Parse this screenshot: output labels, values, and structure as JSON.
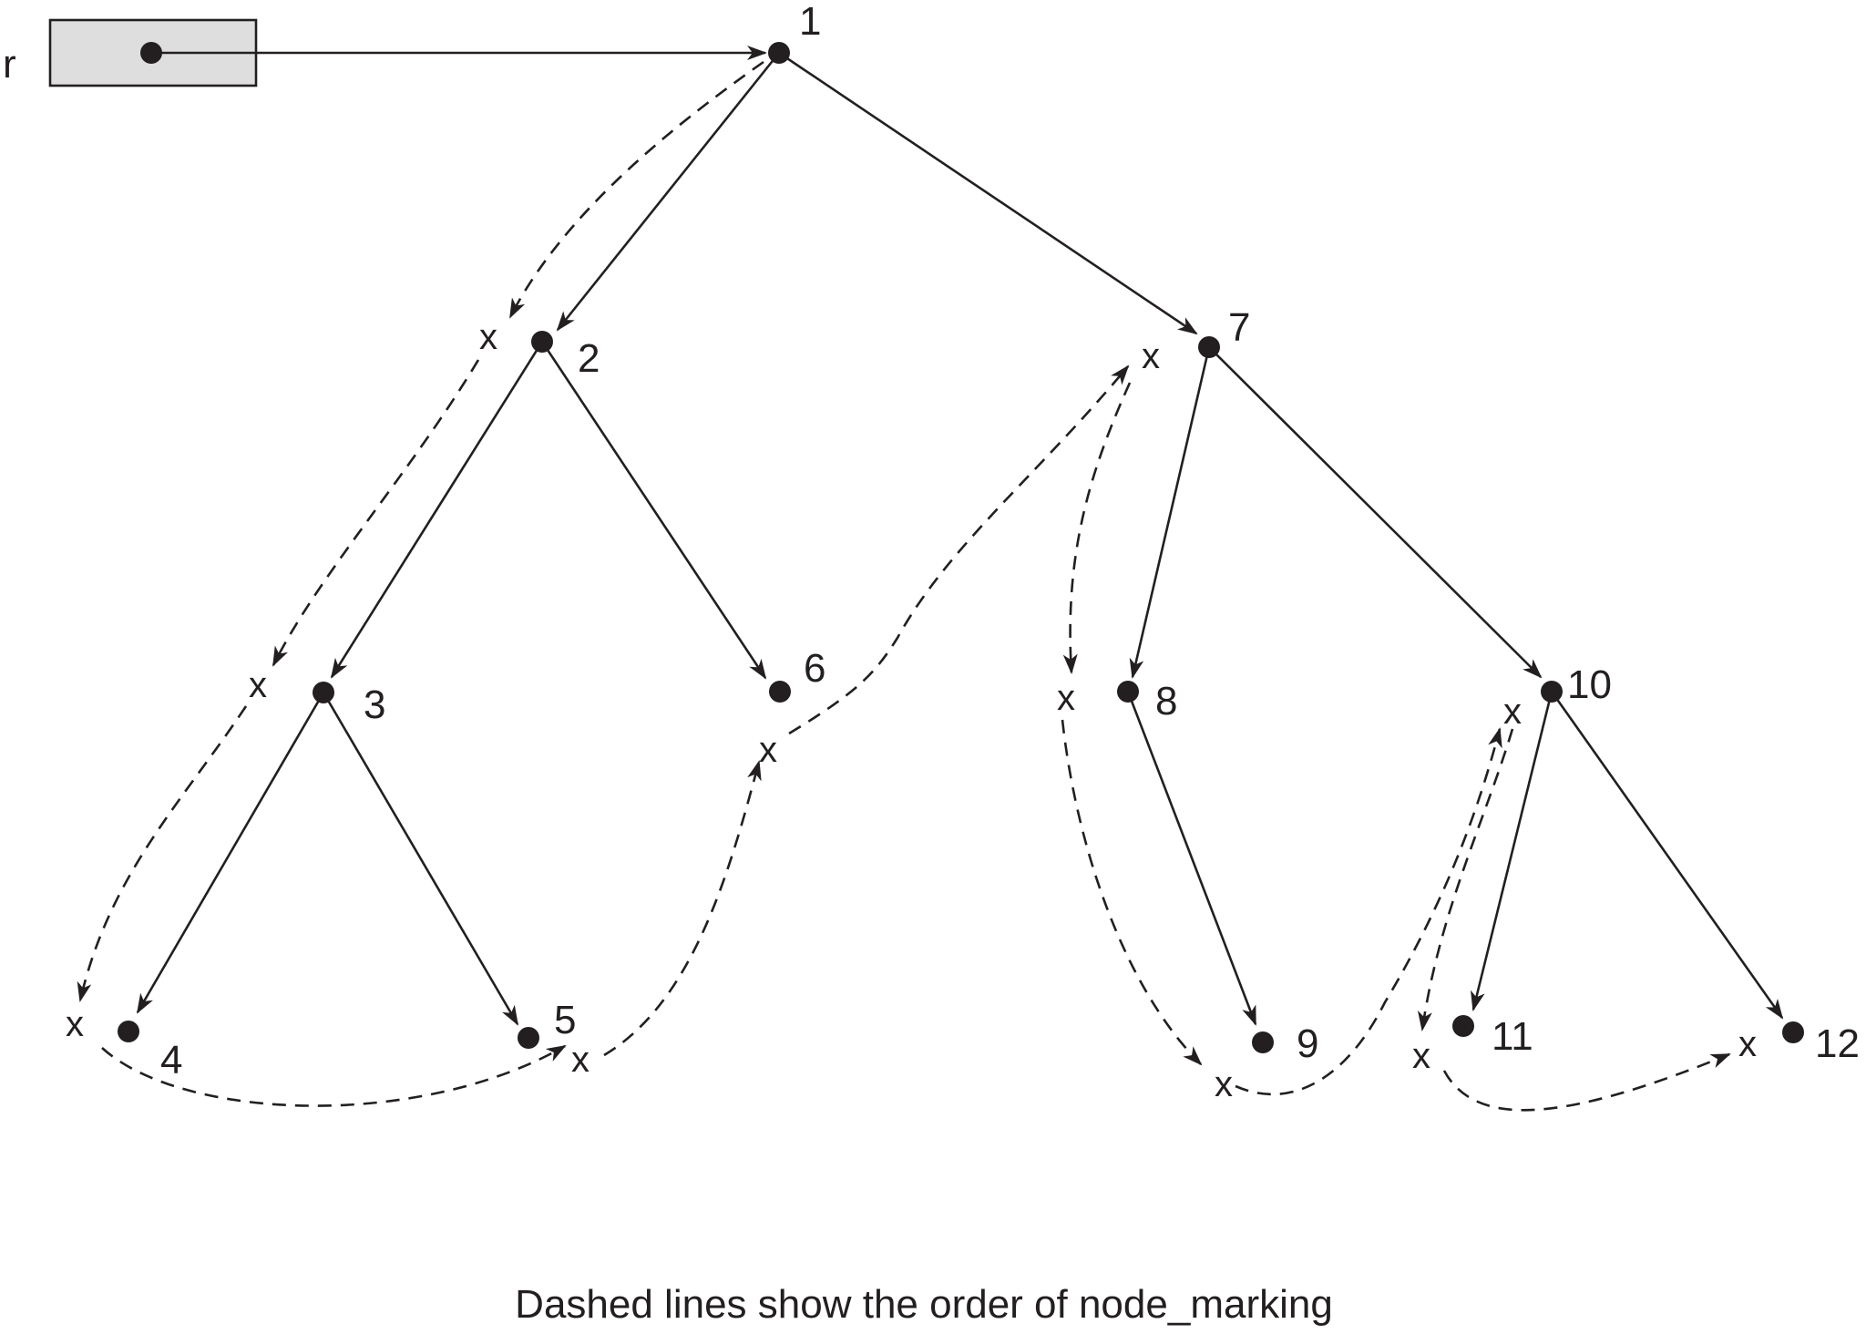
{
  "pointer": {
    "label": "r"
  },
  "nodes": [
    {
      "id": "1",
      "label": "1"
    },
    {
      "id": "2",
      "label": "2"
    },
    {
      "id": "3",
      "label": "3"
    },
    {
      "id": "4",
      "label": "4"
    },
    {
      "id": "5",
      "label": "5"
    },
    {
      "id": "6",
      "label": "6"
    },
    {
      "id": "7",
      "label": "7"
    },
    {
      "id": "8",
      "label": "8"
    },
    {
      "id": "9",
      "label": "9"
    },
    {
      "id": "10",
      "label": "10"
    },
    {
      "id": "11",
      "label": "11"
    },
    {
      "id": "12",
      "label": "12"
    }
  ],
  "edges": [
    {
      "from": "r",
      "to": "1"
    },
    {
      "from": "1",
      "to": "2"
    },
    {
      "from": "1",
      "to": "7"
    },
    {
      "from": "2",
      "to": "3"
    },
    {
      "from": "2",
      "to": "6"
    },
    {
      "from": "3",
      "to": "4"
    },
    {
      "from": "3",
      "to": "5"
    },
    {
      "from": "7",
      "to": "8"
    },
    {
      "from": "7",
      "to": "10"
    },
    {
      "from": "8",
      "to": "9"
    },
    {
      "from": "10",
      "to": "11"
    },
    {
      "from": "10",
      "to": "12"
    }
  ],
  "marker_symbol": "x",
  "marking_order": [
    "1",
    "2",
    "3",
    "4",
    "5",
    "6",
    "7",
    "8",
    "9",
    "10",
    "11",
    "12"
  ],
  "caption": "Dashed lines show the order of node_marking"
}
